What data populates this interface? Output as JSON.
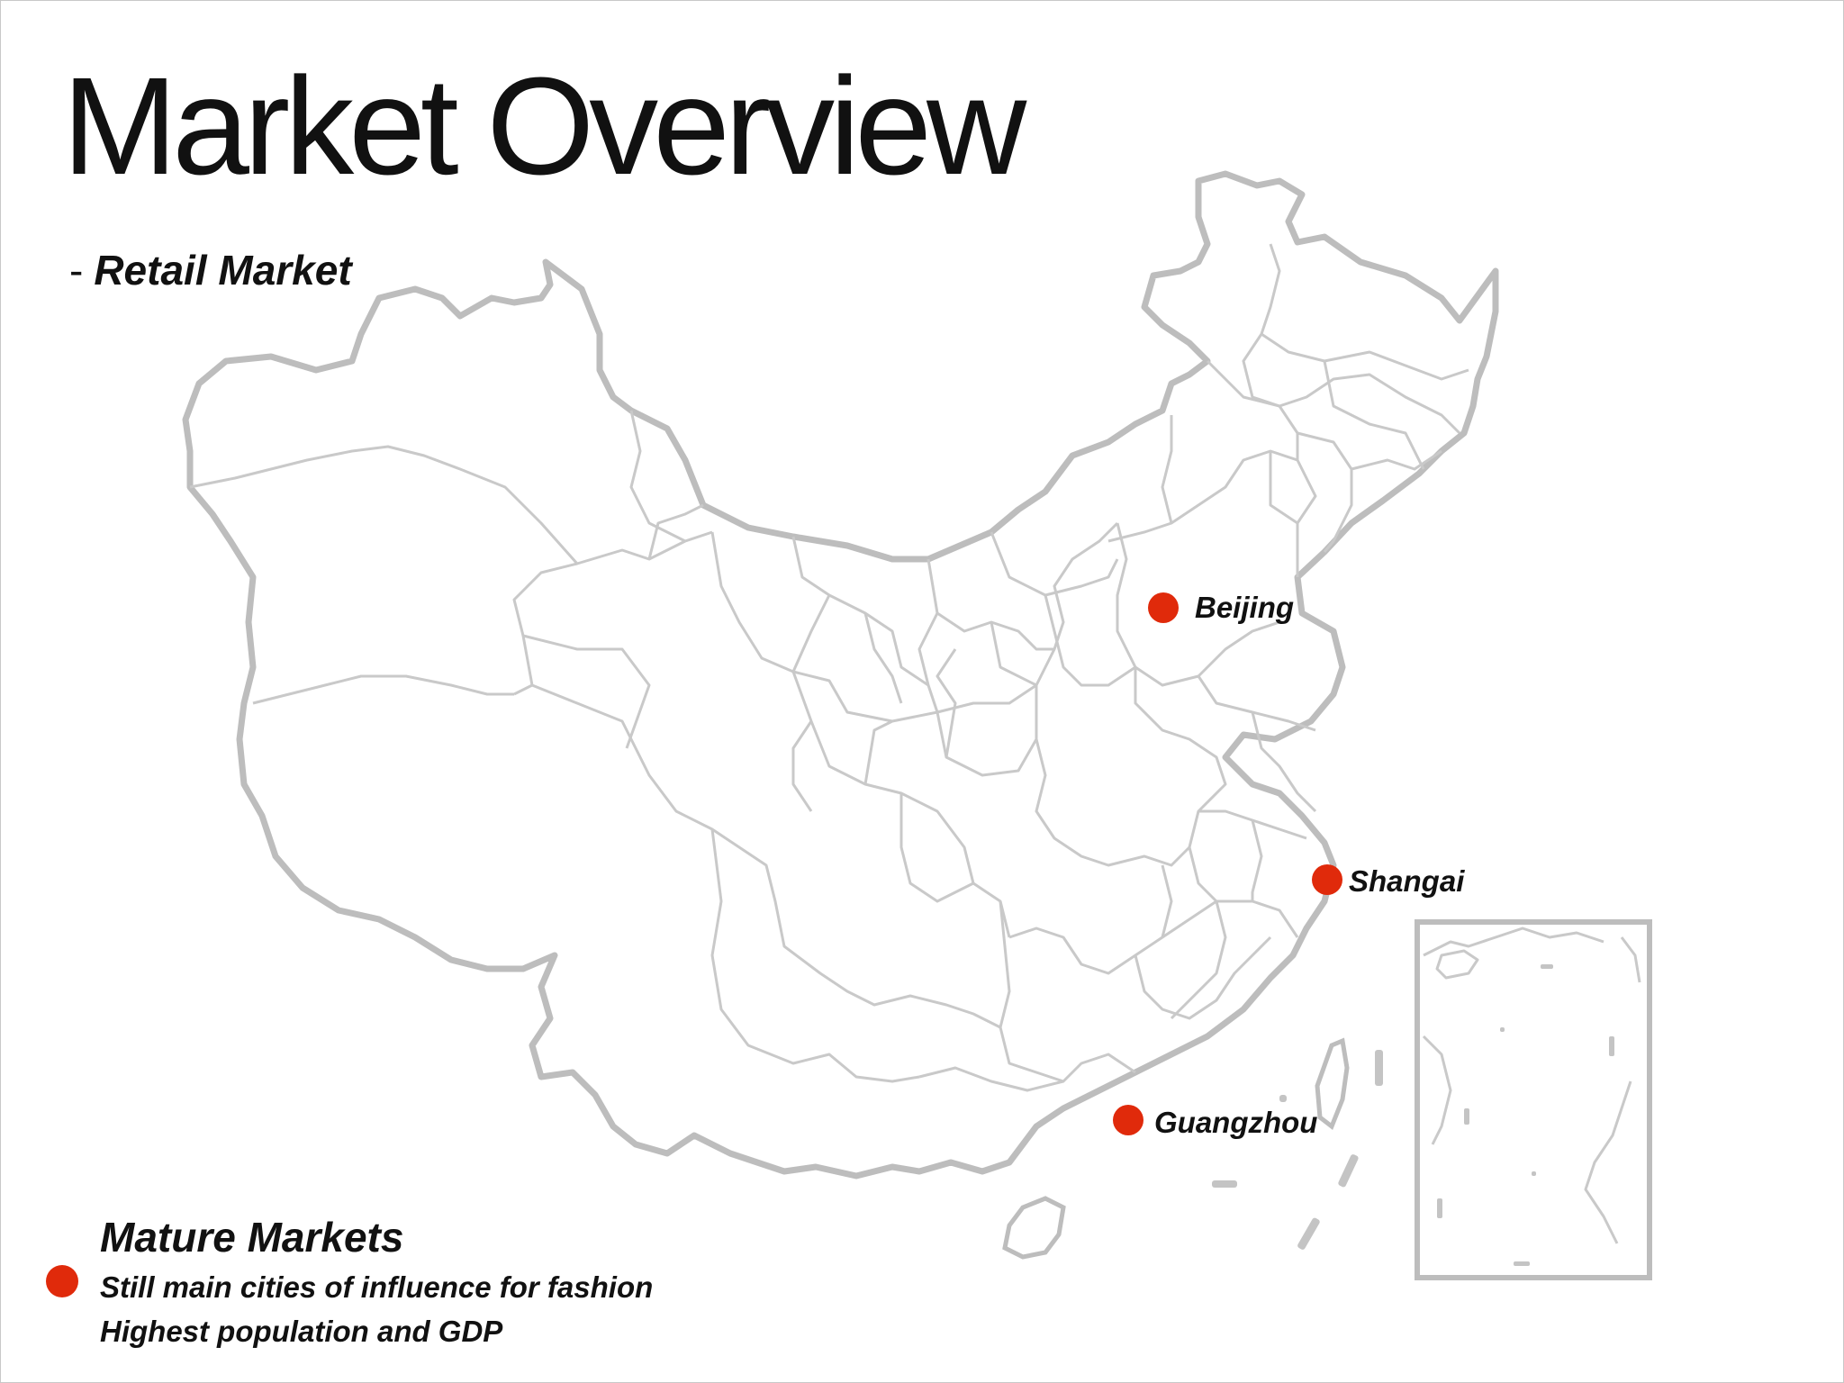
{
  "slide": {
    "title": "Market Overview",
    "subtitle_dash": "-",
    "subtitle": "Retail Market"
  },
  "map": {
    "cities": [
      {
        "name": "Beijing",
        "marker_color": "#e02a0b"
      },
      {
        "name": "Shangai",
        "marker_color": "#e02a0b"
      },
      {
        "name": "Guangzhou",
        "marker_color": "#e02a0b"
      }
    ]
  },
  "legend": {
    "title": "Mature Markets",
    "marker_color": "#e02a0b",
    "lines": [
      "Still main cities of influence for fashion",
      "Highest population and GDP"
    ]
  }
}
